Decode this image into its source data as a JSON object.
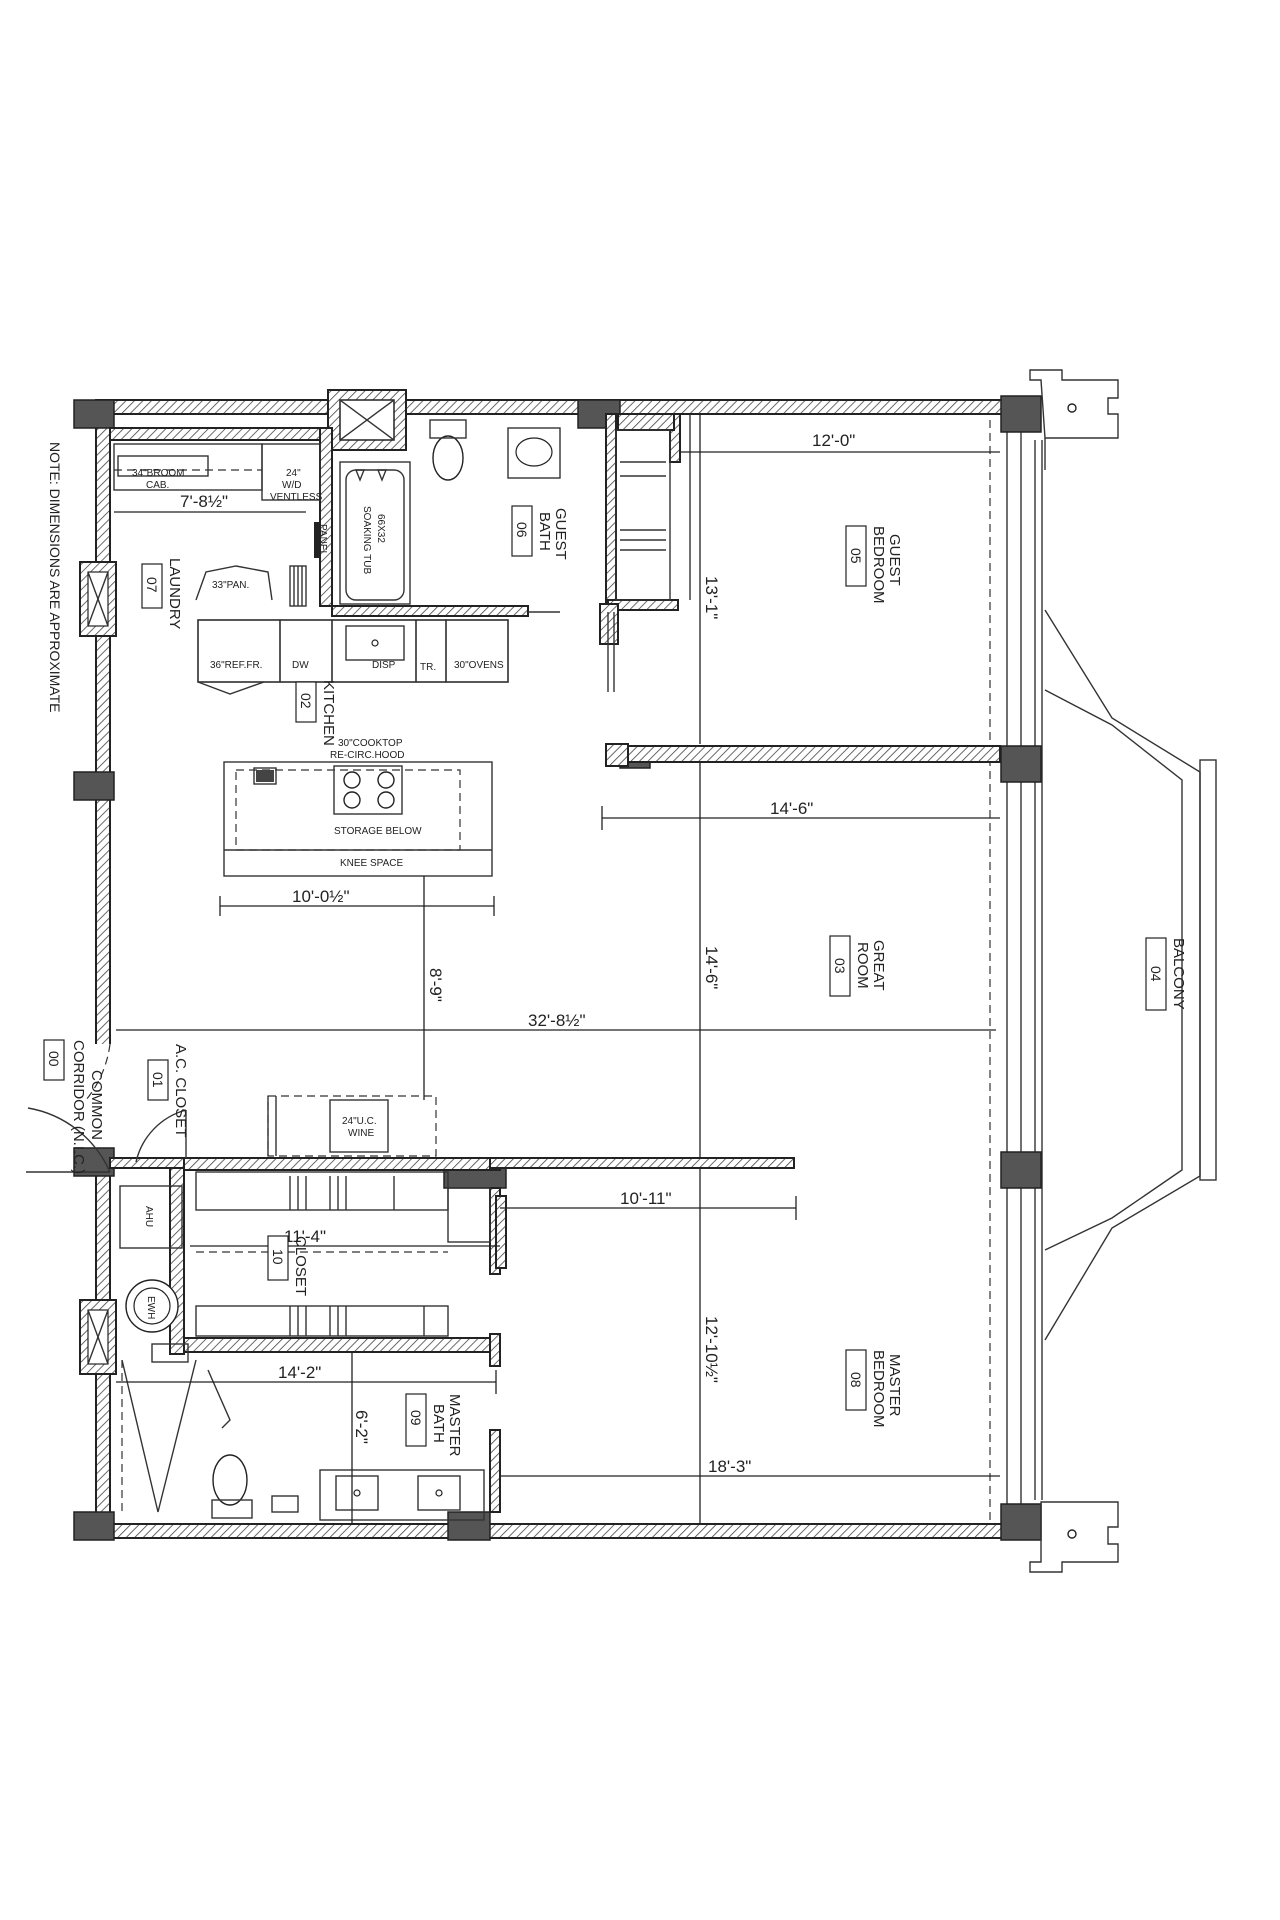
{
  "note": "NOTE: DIMENSIONS ARE APPROXIMATE",
  "rooms": {
    "corridor": {
      "name_1": "COMMON",
      "name_2": "CORRIDOR (N.I.C.)",
      "number": "00"
    },
    "ac_closet": {
      "name": "A.C. CLOSET",
      "number": "01"
    },
    "kitchen": {
      "name": "KITCHEN",
      "number": "02"
    },
    "great_room": {
      "name_1": "GREAT",
      "name_2": "ROOM",
      "number": "03"
    },
    "balcony": {
      "name": "BALCONY",
      "number": "04"
    },
    "guest_bedroom": {
      "name_1": "GUEST",
      "name_2": "BEDROOM",
      "number": "05"
    },
    "guest_bath": {
      "name_1": "GUEST",
      "name_2": "BATH",
      "number": "06"
    },
    "laundry": {
      "name": "LAUNDRY",
      "number": "07"
    },
    "master_bedroom": {
      "name_1": "MASTER",
      "name_2": "BEDROOM",
      "number": "08"
    },
    "master_bath": {
      "name_1": "MASTER",
      "name_2": "BATH",
      "number": "09"
    },
    "closet": {
      "name": "CLOSET",
      "number": "10"
    }
  },
  "dimensions": {
    "laundry_width": "7'-8½\"",
    "guest_bedroom_width": "12'-0\"",
    "guest_bedroom_depth": "13'-1\"",
    "great_room_width": "14'-6\"",
    "great_room_depth": "14'-6\"",
    "island_length": "10'-0½\"",
    "kitchen_to_wine": "8'-9\"",
    "overall": "32'-8½\"",
    "master_bedroom_upper": "10'-11\"",
    "closet_width": "11'-4\"",
    "master_bath_width": "14'-2\"",
    "master_bath_depth": "6'-2\"",
    "master_bedroom_depth": "12'-10½\"",
    "master_bedroom_width": "18'-3\""
  },
  "fixtures": {
    "broom_cab_1": "34\"BROOM",
    "broom_cab_2": "CAB.",
    "wd_1": "24\"",
    "wd_2": "W/D",
    "wd_3": "VENTLESS",
    "panel": "PANEL",
    "tub_1": "66X32",
    "tub_2": "SOAKING TUB",
    "pantry": "33\"PAN.",
    "ref": "36\"REF.FR.",
    "dw": "DW",
    "disp": "DISP",
    "tr": "TR.",
    "ovens": "30\"OVENS",
    "cooktop_1": "30\"COOKTOP",
    "cooktop_2": "RE-CIRC.HOOD",
    "storage": "STORAGE BELOW",
    "knee": "KNEE SPACE",
    "wine_1": "24\"U.C.",
    "wine_2": "WINE",
    "ahu": "AHU",
    "ewh": "EWH"
  }
}
